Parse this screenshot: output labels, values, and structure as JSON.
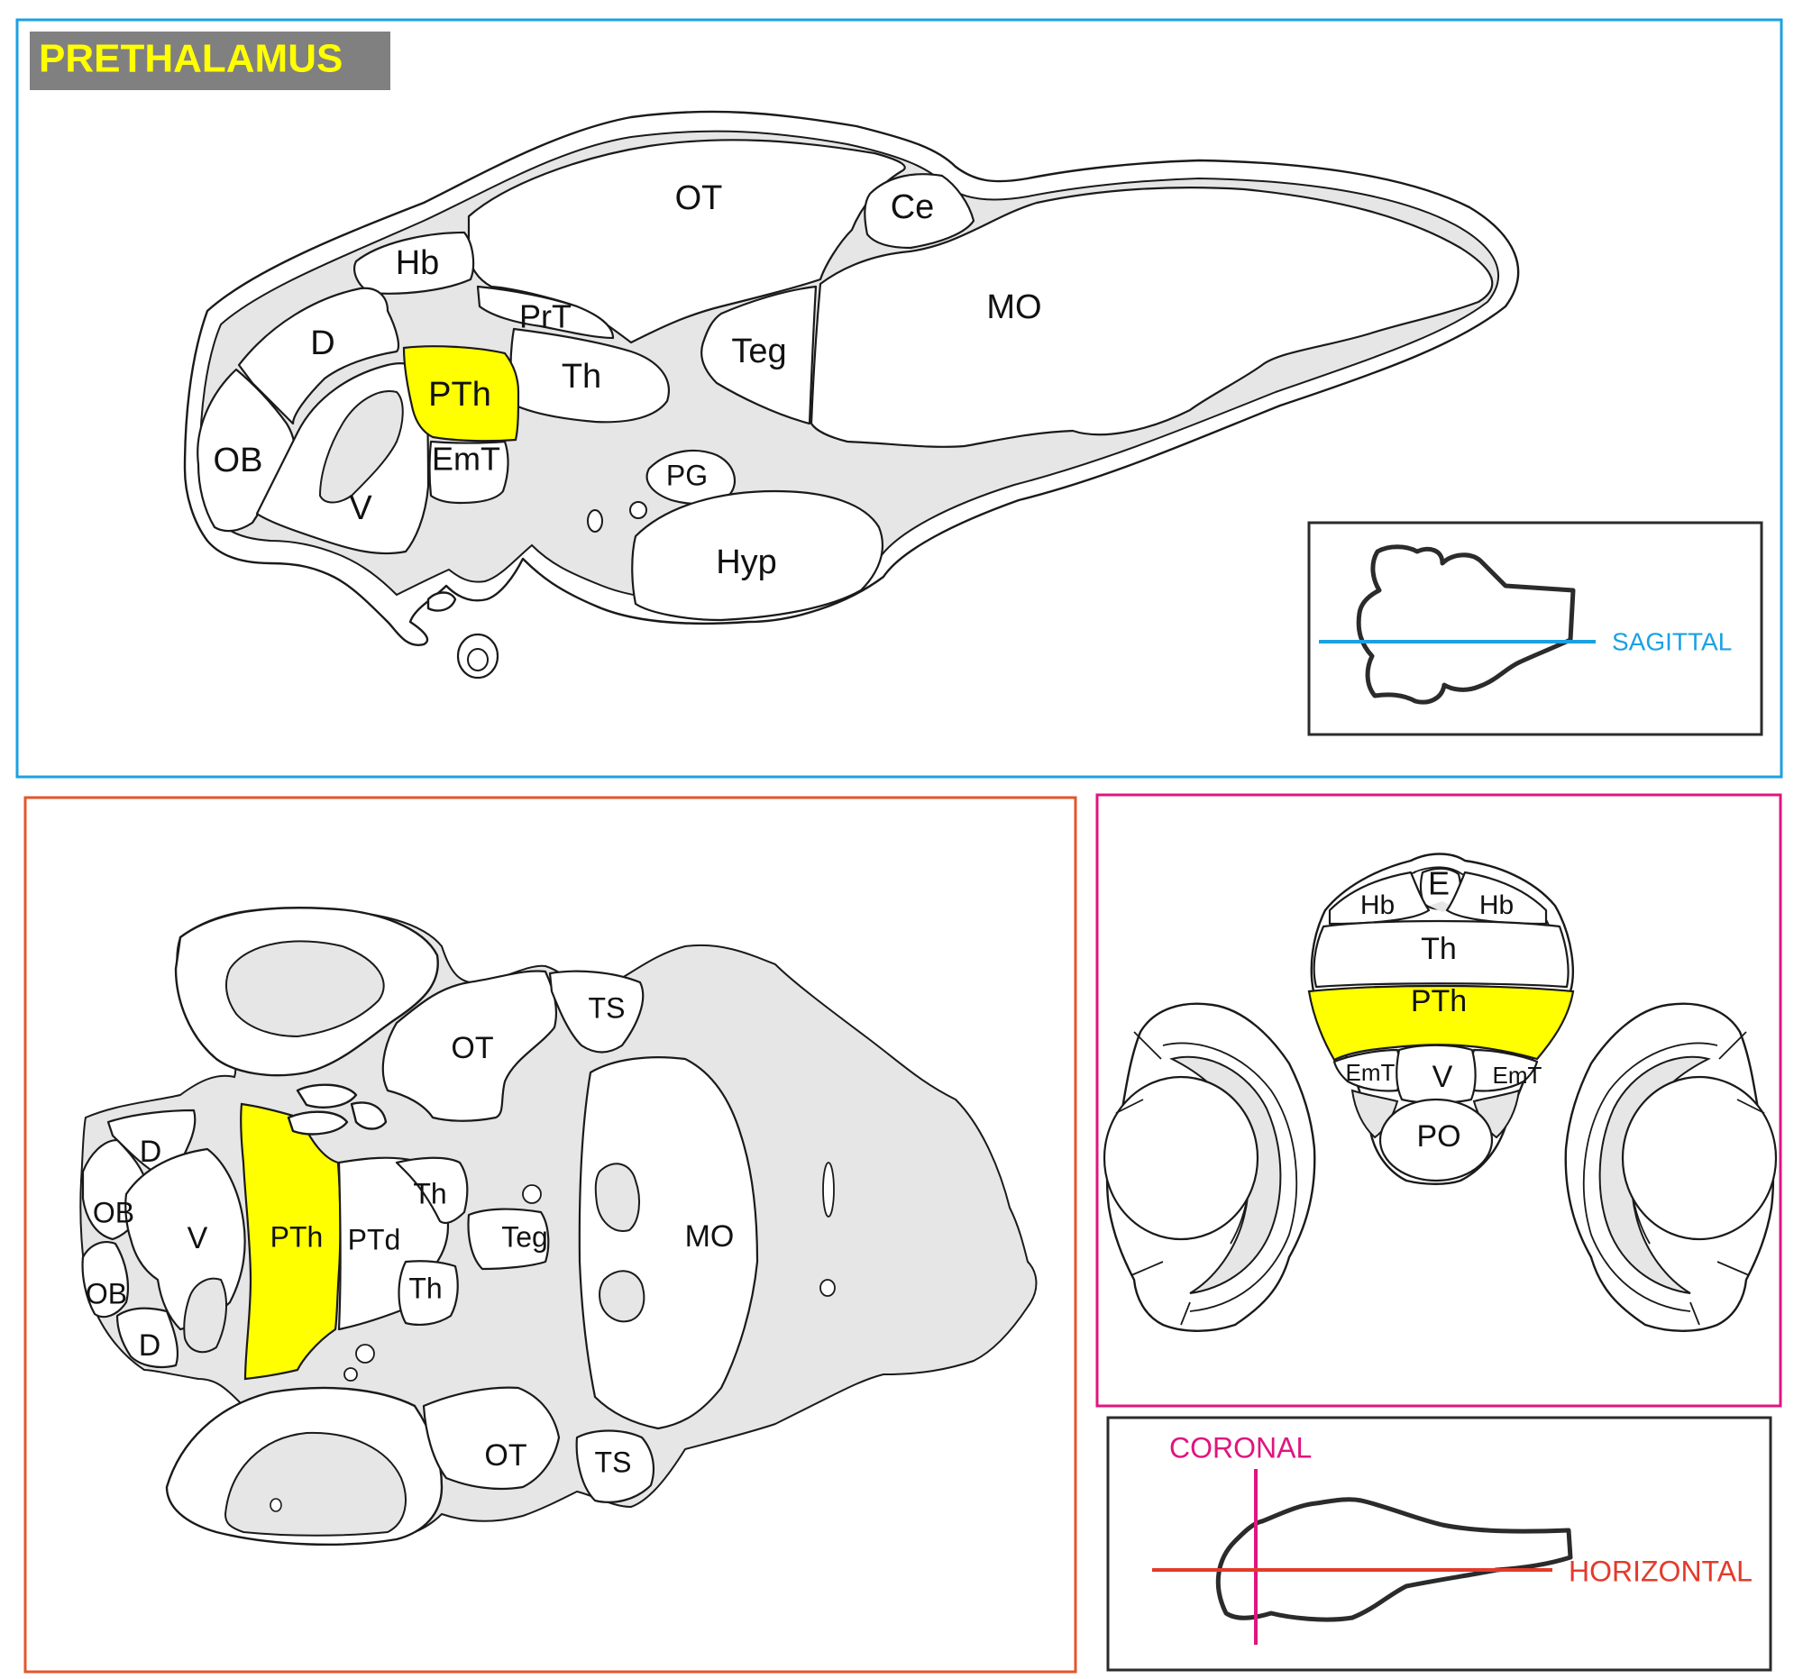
{
  "title": "PRETHALAMUS",
  "colors": {
    "highlight": "#ffff00",
    "title_bg": "#808080",
    "title_text": "#ffff00",
    "sagittal": "#1ba1e2",
    "horizontal": "#e4562b",
    "coronal": "#e0157f",
    "inset_border": "#2b2b2b",
    "ventricle_gray": "#e6e6e6"
  },
  "icons": [
    "brain-dorsal-outline-icon",
    "brain-lateral-outline-icon"
  ],
  "sagittal": {
    "labels": {
      "OT": "OT",
      "Ce": "Ce",
      "Hb": "Hb",
      "PrT": "PrT",
      "MO": "MO",
      "D": "D",
      "Teg": "Teg",
      "PTh": "PTh",
      "Th": "Th",
      "OB": "OB",
      "EmT": "EmT",
      "PG": "PG",
      "V": "V",
      "Hyp": "Hyp"
    },
    "inset_label": "SAGITTAL"
  },
  "horizontal": {
    "labels": {
      "TS_top": "TS",
      "OT_top": "OT",
      "D_top": "D",
      "OB_top": "OB",
      "V": "V",
      "PTh": "PTh",
      "PTd": "PTd",
      "Th_top": "Th",
      "Th_bottom": "Th",
      "Teg": "Teg",
      "MO": "MO",
      "OB_bottom": "OB",
      "D_bottom": "D",
      "OT_bottom": "OT",
      "TS_bottom": "TS"
    }
  },
  "coronal": {
    "labels": {
      "E": "E",
      "Hb_left": "Hb",
      "Hb_right": "Hb",
      "Th": "Th",
      "PTh": "PTh",
      "EmT_left": "EmT",
      "EmT_right": "EmT",
      "V": "V",
      "PO": "PO"
    }
  },
  "inset2": {
    "coronal_label": "CORONAL",
    "horizontal_label": "HORIZONTAL"
  }
}
